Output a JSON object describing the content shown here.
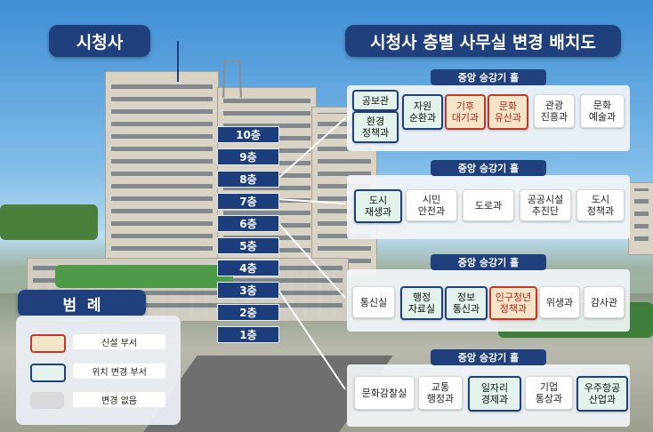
{
  "title_left": "시청사",
  "title_right": "시청사 층별 사무실 변경 배치도",
  "floors": [
    "10층",
    "9층",
    "8층",
    "7층",
    "6층",
    "5층",
    "4층",
    "3층",
    "2층",
    "1층"
  ],
  "legend": {
    "title": "범  례",
    "items": [
      {
        "label": "신설 부서",
        "kind": "new"
      },
      {
        "label": "위치 변경 부서",
        "kind": "moved"
      },
      {
        "label": "변경 없음",
        "kind": "same"
      }
    ]
  },
  "panels": [
    {
      "floor": "8층",
      "hall": "중앙 승강기 홀",
      "rooms": [
        {
          "label": "공보관",
          "kind": "moved"
        },
        {
          "label": "환경\n정책과",
          "kind": "moved"
        },
        {
          "label": "자원\n순환과",
          "kind": "moved"
        },
        {
          "label": "기후\n대기과",
          "kind": "new"
        },
        {
          "label": "문화\n유산과",
          "kind": "new"
        },
        {
          "label": "관광\n진흥과",
          "kind": "same"
        },
        {
          "label": "문화\n예술과",
          "kind": "same"
        }
      ]
    },
    {
      "floor": "7층",
      "hall": "중앙 승강기 홀",
      "rooms": [
        {
          "label": "도시\n재생과",
          "kind": "moved"
        },
        {
          "label": "시민\n안전과",
          "kind": "same"
        },
        {
          "label": "도로과",
          "kind": "same"
        },
        {
          "label": "공공시설\n추진단",
          "kind": "same"
        },
        {
          "label": "도시\n정책과",
          "kind": "same"
        }
      ]
    },
    {
      "floor": "6층",
      "hall": "중앙 승강기 홀",
      "rooms": [
        {
          "label": "통신실",
          "kind": "same"
        },
        {
          "label": "행정\n자료실",
          "kind": "moved"
        },
        {
          "label": "정보\n통신과",
          "kind": "moved"
        },
        {
          "label": "인구청년\n정책과",
          "kind": "new"
        },
        {
          "label": "위생과",
          "kind": "same"
        },
        {
          "label": "감사관",
          "kind": "same"
        }
      ]
    },
    {
      "floor": "3층",
      "hall": "중앙 승강기 홀",
      "rooms": [
        {
          "label": "문화감찰실",
          "kind": "same"
        },
        {
          "label": "교통\n행정과",
          "kind": "same"
        },
        {
          "label": "일자리\n경제과",
          "kind": "moved"
        },
        {
          "label": "기업\n통상과",
          "kind": "same"
        },
        {
          "label": "우주항공\n산업과",
          "kind": "moved"
        }
      ]
    }
  ]
}
